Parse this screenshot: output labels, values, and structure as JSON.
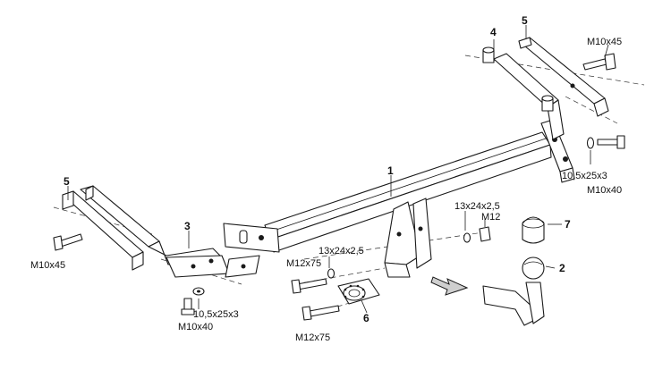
{
  "parts": {
    "p1": "1",
    "p2": "2",
    "p3": "3",
    "p4": "4",
    "p5_right": "5",
    "p5_left": "5",
    "p6": "6",
    "p7": "7"
  },
  "fasteners": {
    "m10x45_right": "M10x45",
    "washer_right": "10,5x25x3",
    "m10x40_right": "M10x40",
    "washer_13_right": "13x24x2,5",
    "nut_m12": "M12",
    "washer_13_mid": "13x24x2,5",
    "m12x75_upper": "M12x75",
    "m12x75_lower": "M12x75",
    "m10x45_left": "M10x45",
    "washer_left": "10,5x25x3",
    "m10x40_left": "M10x40"
  }
}
